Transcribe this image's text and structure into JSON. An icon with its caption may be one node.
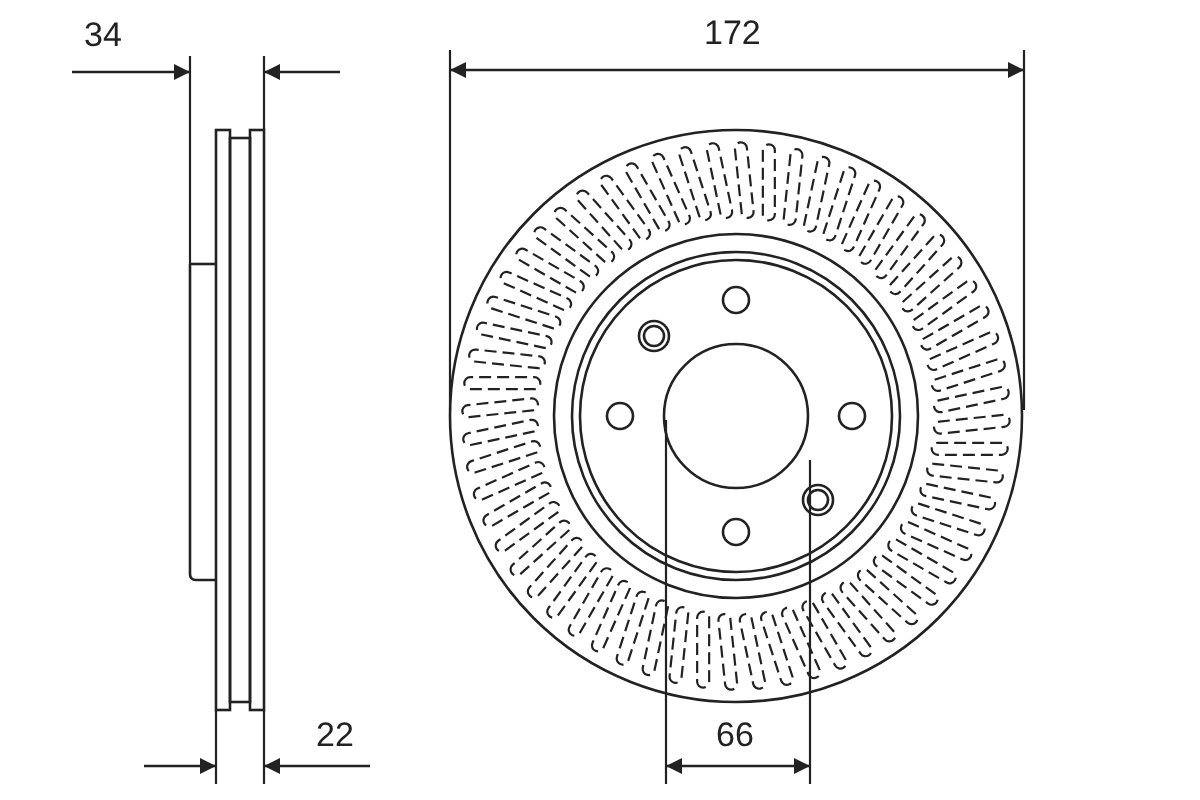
{
  "diagram": {
    "labels": [
      "34",
      "172",
      "22",
      "66"
    ]
  }
}
